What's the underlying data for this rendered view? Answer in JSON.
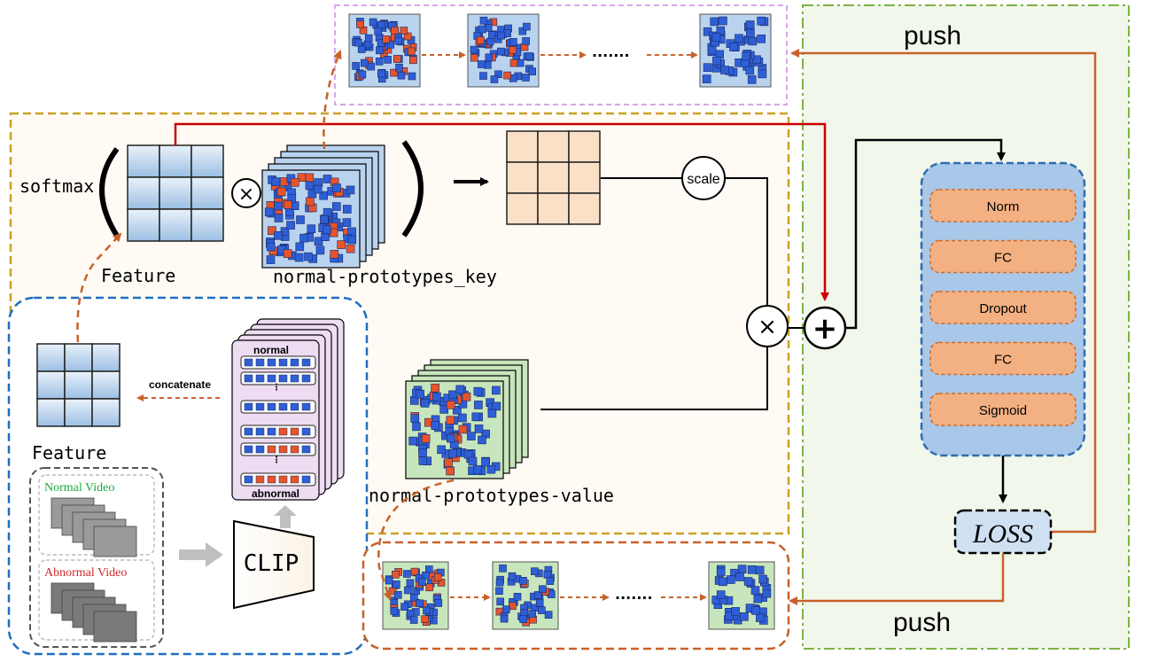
{
  "labels": {
    "push_top": "push",
    "push_bottom": "push",
    "softmax": "softmax",
    "feature_top": "Feature",
    "normal_prototypes_key": "normal-prototypes_key",
    "scale": "scale",
    "normal_prototypes_value": "normal-prototypes-value",
    "feature_bottom": "Feature",
    "concatenate": "concatenate",
    "normal": "normal",
    "abnormal": "abnormal",
    "clip": "CLIP",
    "normal_video": "Normal Video",
    "abnormal_video": "Abnormal Video",
    "loss": "LOSS",
    "multiply_symbol": "×",
    "plus_symbol": "+",
    "ellipsis": "·······",
    "right_arrow": "➞"
  },
  "head_layers": [
    "Norm",
    "FC",
    "Dropout",
    "FC",
    "Sigmoid"
  ],
  "colors": {
    "blue_square": "#2f5fd6",
    "red_square": "#e8542a",
    "key_fill": "#b9d3ee",
    "value_fill": "#c8e6bd",
    "orange_layer": "#f3b183",
    "orange_border": "#d2691e",
    "head_fill": "#a9c7e8",
    "attn_fill": "#fbe0c8",
    "green_dash": "#7cb342",
    "gold_dash": "#c9a227",
    "blue_dash": "#1f6fbf",
    "purple_dash": "#d9a6e6",
    "red_line": "#cc0000",
    "push_line": "#c8612a"
  }
}
